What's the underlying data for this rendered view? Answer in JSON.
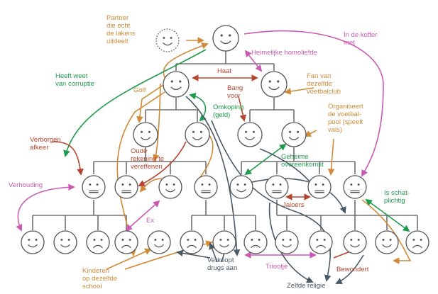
{
  "colors": {
    "orange": "#d08a38",
    "pink": "#c95ab4",
    "green": "#1f9a4c",
    "red": "#b5452f",
    "slate": "#4a5966",
    "tree": "#707070",
    "face": "#555555"
  },
  "labels": {
    "partner": "Partner\ndie echt\nde lakens\nuitdeelt",
    "koffer": "In de koffer\nmet",
    "heimelijke": "Heimelijke homoliefde",
    "haat": "Haat",
    "corruptie": "Heeft weet\nvan corruptie",
    "golf": "Golf",
    "bang": "Bang\nvoor",
    "omkoping": "Omkoping\n(geld)",
    "fan": "Fan van\ndezelfde\nvoetbalclub",
    "organiseert": "Organiseert\nde voetbal-\npool (speelt\nvals)",
    "verborgen": "Verborgen\nafkeer",
    "oude": "Oude\nrekening te\nvereffenen",
    "geheime": "Geheime\novereenkomst",
    "verhouding": "Verhouding",
    "schatplichtig": "Is schat-\nplichtig",
    "ex": "Ex",
    "jaloers": "Jaloers",
    "kinderen": "Kinderen\nop dezelfde\nschool",
    "verkoopt": "Verkoopt\ndrugs aan",
    "triootje": "Triootje",
    "bewondert": "Bewondert",
    "religie": "Zelfde religie"
  },
  "faces": {
    "partner": "happy",
    "boss": "happy",
    "level2": [
      "happy",
      "happy"
    ],
    "level3": [
      "happy",
      "happy",
      "happy",
      "happy"
    ],
    "level4": [
      "neutral",
      "neutral",
      "happy",
      "neutral",
      "happy",
      "neutral",
      "neutral",
      "neutral"
    ],
    "level5": [
      "happy",
      "happy",
      "sad",
      "sad",
      "happy",
      "sad",
      "happy",
      "sad",
      "happy",
      "sad",
      "happy",
      "happy",
      "sad"
    ]
  }
}
